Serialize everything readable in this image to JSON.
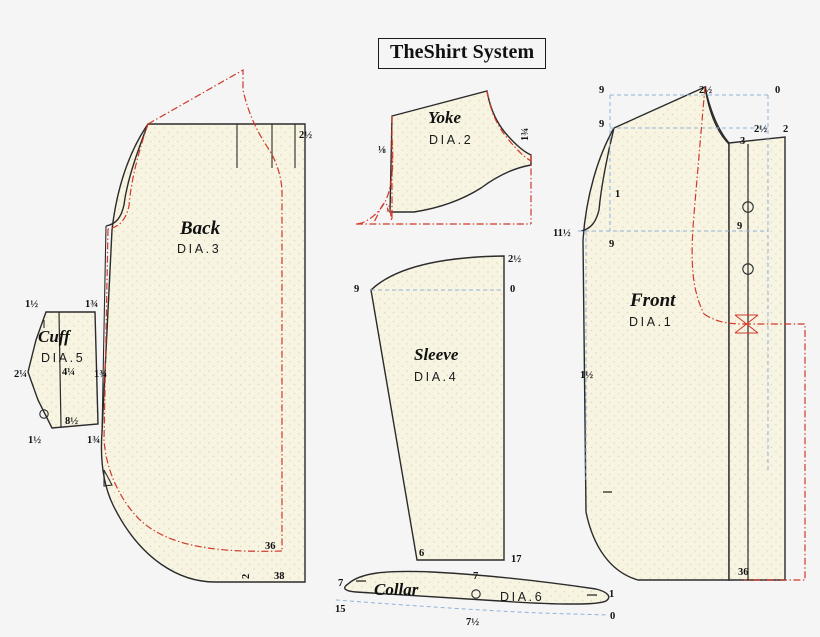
{
  "document": {
    "title": "TheShirt System",
    "background_color": "#f5f5f5",
    "piece_fill_color": "#f7f4e2",
    "outline_color": "#2b2b2b",
    "seam_line_color": "#d0392b",
    "guide_line_color": "#8fb3d9"
  },
  "pieces": {
    "back": {
      "name": "Back",
      "dia": "DIA.3",
      "dims": {
        "pleat_width": "2½",
        "hem_mark": "36",
        "center_mark": "2",
        "hem_right": "38"
      }
    },
    "yoke": {
      "name": "Yoke",
      "dia": "DIA.2",
      "dims": {
        "left_edge": "⅛",
        "right_edge": "1¾"
      }
    },
    "sleeve": {
      "name": "Sleeve",
      "dia": "DIA.4",
      "dims": {
        "cap_right": "2½",
        "cap_left_point": "9",
        "cap_right_point": "0",
        "hem_left": "6",
        "hem_right": "17"
      }
    },
    "front": {
      "name": "Front",
      "dia": "DIA.1",
      "dims": {
        "top_left": "9",
        "shoulder_peak": "2½",
        "top_right": "0",
        "neck_left": "9",
        "placket_offset": "2½",
        "placket_edge": "2",
        "neck_right": "3",
        "armhole_depth": "1",
        "chest_left": "11½",
        "chest_mark": "9",
        "button_spacing": "9",
        "side_mark": "1½",
        "hem_mark": "36"
      }
    },
    "cuff": {
      "name": "Cuff",
      "dia": "DIA.5",
      "dims": {
        "top_left": "1½",
        "top_right": "1¾",
        "left_side": "2¼",
        "center": "4¼",
        "right_side": "1¾",
        "inner_bottom": "8½",
        "bottom_left": "1½",
        "bottom_right": "1¾"
      }
    },
    "collar": {
      "name": "Collar",
      "dia": "DIA.6",
      "dims": {
        "left_point": "7",
        "top_center": "7",
        "right_point": "1",
        "bottom_left": "15",
        "bottom_center": "7½",
        "bottom_right": "0"
      }
    }
  }
}
